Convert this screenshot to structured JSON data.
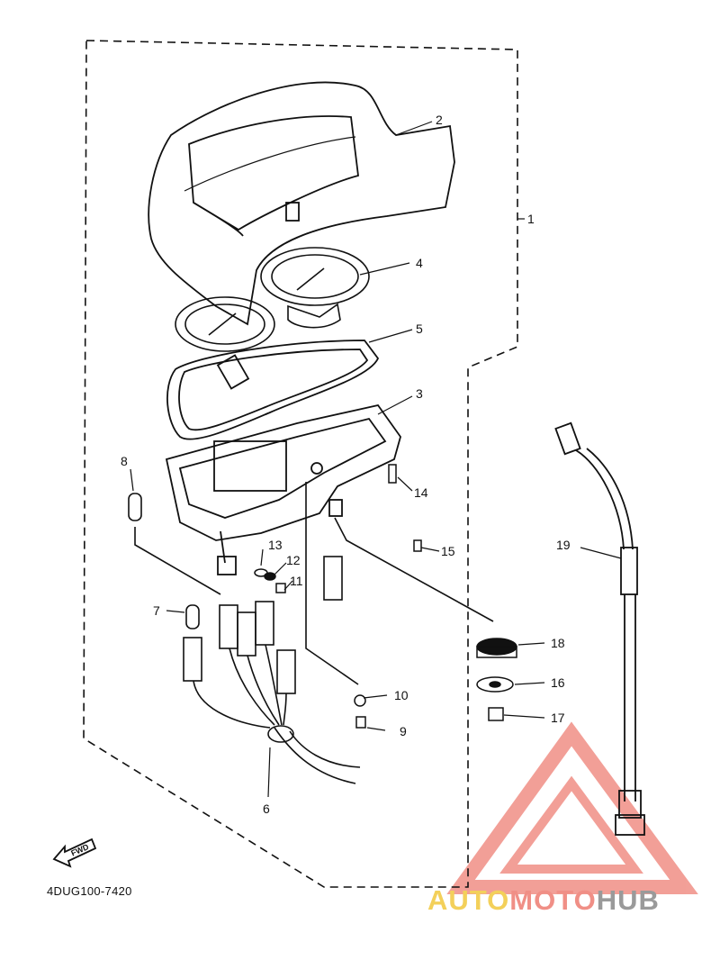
{
  "diagram": {
    "part_code": "4DUG100-7420",
    "fwd_label": "FWD",
    "callouts": [
      "1",
      "2",
      "3",
      "4",
      "5",
      "6",
      "7",
      "8",
      "9",
      "10",
      "11",
      "12",
      "13",
      "14",
      "15",
      "16",
      "17",
      "18",
      "19"
    ]
  },
  "watermark": {
    "part1": "AUTO",
    "part2": "MOTO",
    "part3": "HUB",
    "colors": {
      "yellow": "#f3d05a",
      "red": "#f08f86",
      "gray": "#9a9a9a"
    }
  }
}
